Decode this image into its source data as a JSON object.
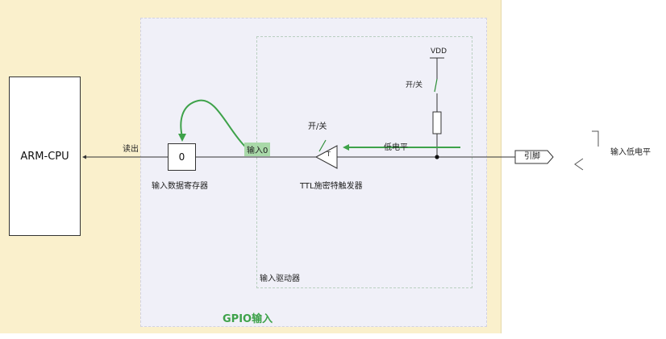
{
  "cpu": {
    "label": "ARM-CPU"
  },
  "register": {
    "value": "0",
    "caption": "输入数据寄存器"
  },
  "labels": {
    "read_out": "读出",
    "input0": "输入0",
    "switch_top": "开/关",
    "switch_schmitt": "开/关",
    "schmitt_caption": "TTL施密特触发器",
    "schmitt_symbol": "T",
    "low_level": "低电平",
    "vdd": "VDD",
    "pin": "引脚",
    "input_low_level": "输入低电平",
    "driver_caption": "输入驱动器",
    "gpio_title": "GPIO输入"
  },
  "colors": {
    "chip_bg": "#faf0cc",
    "gpio_panel": "#f0f0f8",
    "accent_green": "#3ea24a",
    "input0_highlight": "#a9d9a9"
  }
}
